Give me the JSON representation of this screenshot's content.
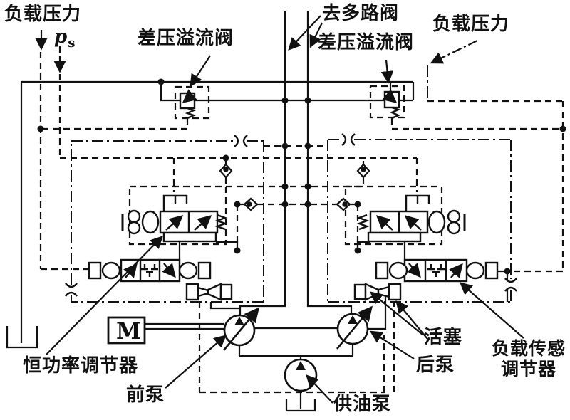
{
  "diagram": {
    "background": "#ffffff",
    "line_color": "#111111",
    "labels": {
      "load_pressure_left": "负载压力",
      "ps_main": "p",
      "ps_sub": "s",
      "diff_pressure_relief_left": "差压溢流阀",
      "to_multiway_valve": "去多路阀",
      "diff_pressure_relief_right": "差压溢流阀",
      "load_pressure_right": "负载压力",
      "constant_power_regulator": "恒功率调节器",
      "front_pump": "前泵",
      "supply_pump": "供油泵",
      "rear_pump": "后泵",
      "piston": "活塞",
      "load_sensing_regulator_line1": "负载传感",
      "load_sensing_regulator_line2": "调节器",
      "motor": "M"
    }
  }
}
